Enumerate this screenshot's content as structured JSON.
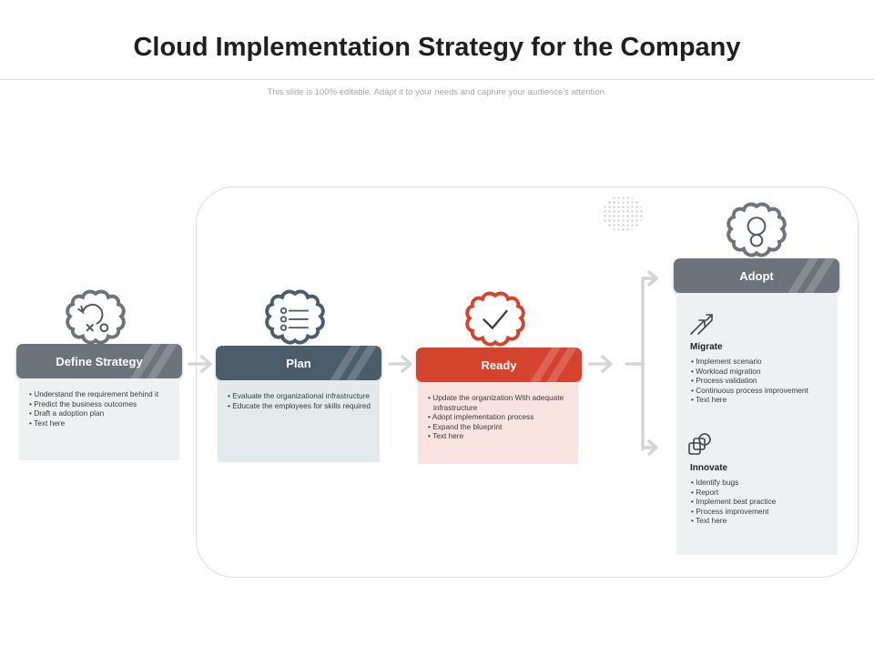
{
  "title": "Cloud Implementation Strategy for the Company",
  "subtitle": "This slide is 100% editable. Adapt it to your needs and capture your audience's attention.",
  "colors": {
    "define": "#6e737b",
    "plan": "#4b5d6b",
    "ready": "#d3432e",
    "adopt": "#6e737b",
    "panel_gray": "#eef0f2",
    "panel_blue": "#e4e9ec",
    "panel_red": "#f9e3e0"
  },
  "steps": [
    {
      "label": "Define Strategy",
      "icon": "undo-target-icon",
      "items": [
        "Understand the requirement behind it",
        "Predict the business outcomes",
        "Draft a adoption plan",
        "Text here"
      ]
    },
    {
      "label": "Plan",
      "icon": "checklist-icon",
      "items": [
        "Evaluate the organizational infrastructure",
        "Educate the employees for skills required"
      ]
    },
    {
      "label": "Ready",
      "icon": "checkmark-icon",
      "items": [
        "Update the organization With adequate infrastructure",
        "Adopt implementation process",
        "Expand the blueprint",
        "Text here"
      ]
    }
  ],
  "adopt": {
    "label": "Adopt",
    "icon": "circles-icon",
    "sections": [
      {
        "title": "Migrate",
        "icon": "arrows-icon",
        "items": [
          "Implement scenario",
          "Workload migration",
          "Process validation",
          "Continuous process improvement",
          "Text here"
        ]
      },
      {
        "title": "Innovate",
        "icon": "overlapping-squares-icon",
        "items": [
          "Identify bugs",
          "Report",
          "Implement best practice",
          "Process improvement",
          "Text here"
        ]
      }
    ]
  }
}
